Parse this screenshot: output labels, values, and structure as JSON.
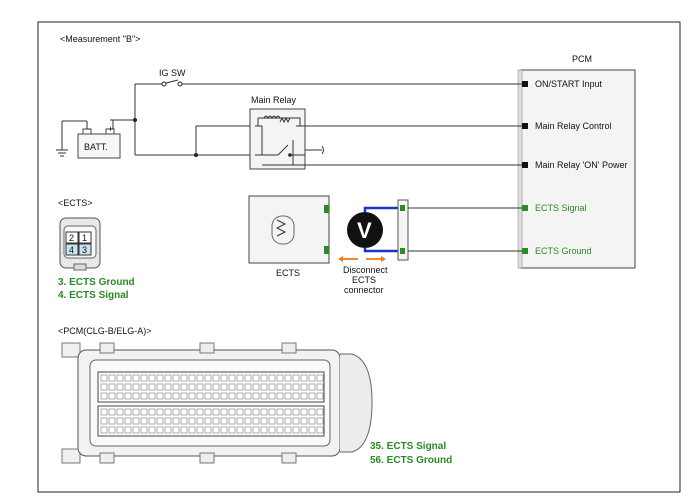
{
  "measurement_title": "<Measurement \"B\">",
  "pcm": {
    "title": "PCM",
    "pins": [
      {
        "label": "ON/START Input",
        "color": "#111111"
      },
      {
        "label": "Main Relay Control",
        "color": "#111111"
      },
      {
        "label": "Main Relay 'ON' Power",
        "color": "#111111"
      },
      {
        "label": "ECTS Signal",
        "color": "#2a8a23"
      },
      {
        "label": "ECTS Ground",
        "color": "#2a8a23"
      }
    ]
  },
  "ig_sw_label": "IG SW",
  "main_relay_label": "Main Relay",
  "battery_label": "BATT.",
  "ects_label": "ECTS",
  "disconnect_label": [
    "Disconnect",
    "ECTS",
    "connector"
  ],
  "voltmeter_symbol": "V",
  "ects_connector": {
    "title": "<ECTS>",
    "pins": [
      "2",
      "1",
      "4",
      "3"
    ],
    "legend": [
      "3. ECTS Ground",
      "4. ECTS Signal"
    ]
  },
  "pcm_connector": {
    "title": "<PCM(CLG-B/ELG-A)>",
    "legend": [
      "35. ECTS Signal",
      "56. ECTS Ground"
    ]
  },
  "colors": {
    "signal_green": "#2a8a23",
    "probe_blue": "#1c33c8",
    "arrow_orange": "#f07a1e"
  }
}
